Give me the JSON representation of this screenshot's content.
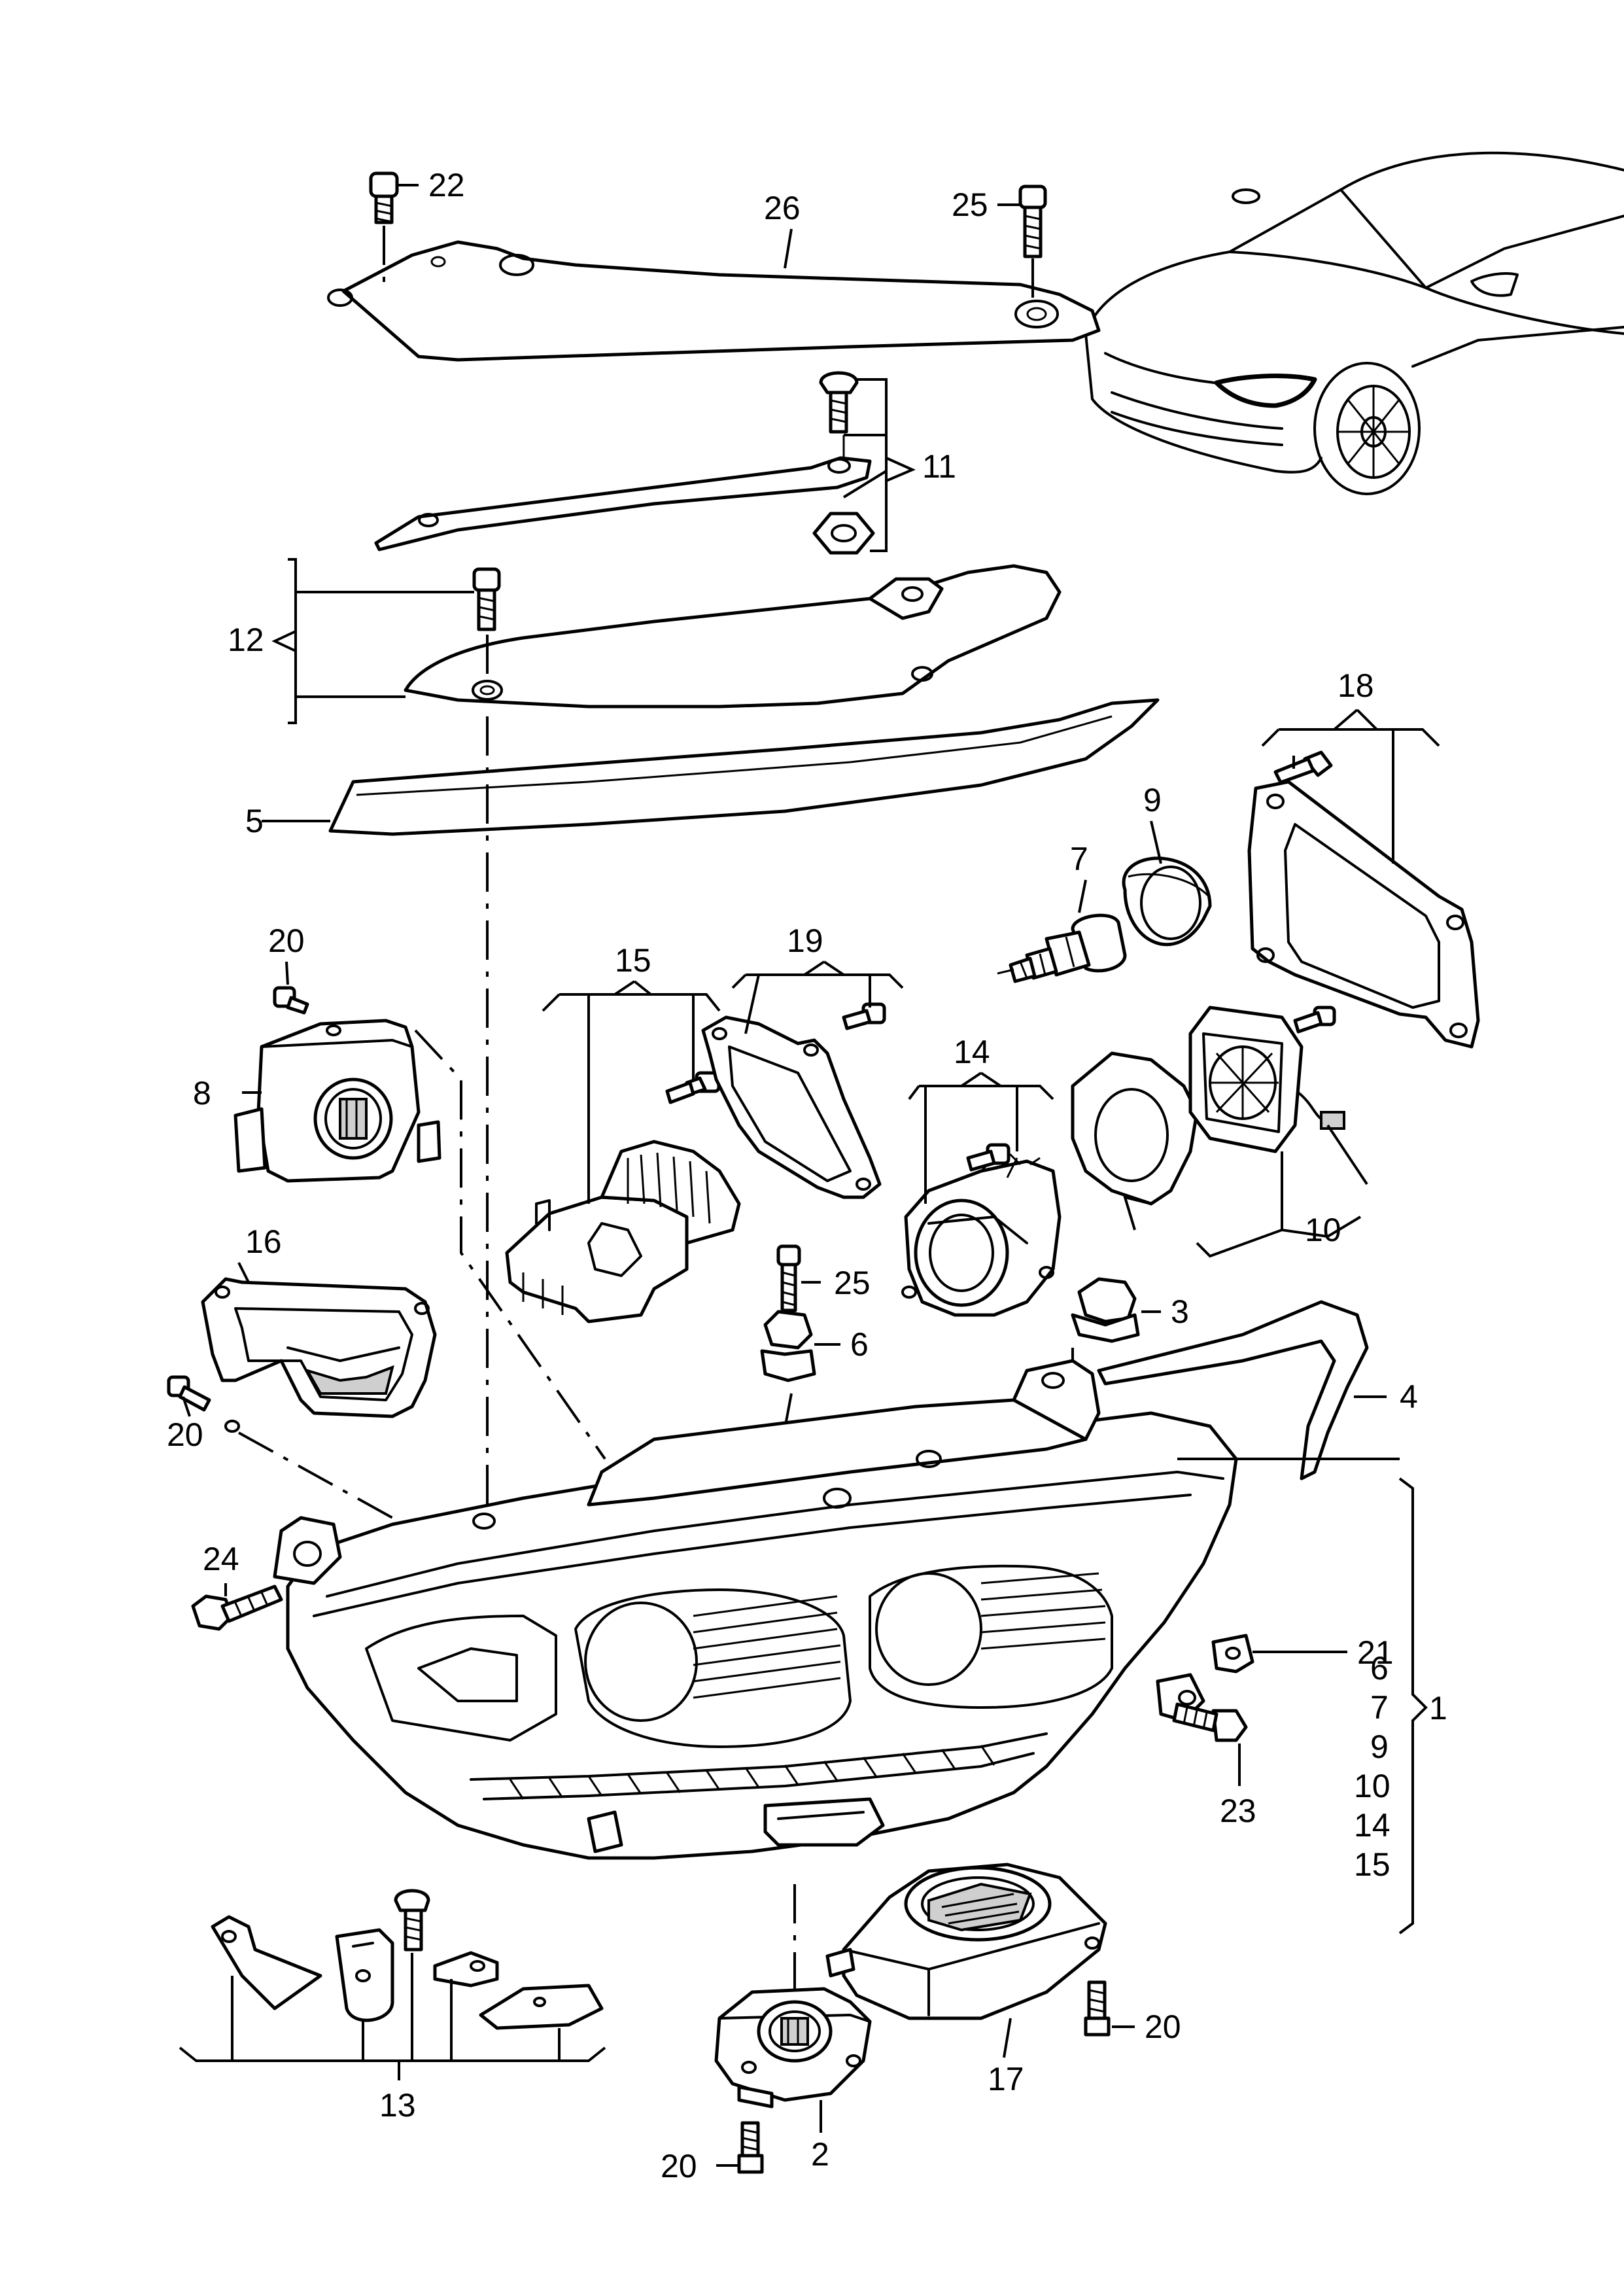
{
  "diagram": {
    "callouts": [
      {
        "id": "c22",
        "text": "22"
      },
      {
        "id": "c26",
        "text": "26"
      },
      {
        "id": "c25a",
        "text": "25"
      },
      {
        "id": "c11",
        "text": "11"
      },
      {
        "id": "c12",
        "text": "12"
      },
      {
        "id": "c18",
        "text": "18"
      },
      {
        "id": "c5",
        "text": "5"
      },
      {
        "id": "c9",
        "text": "9"
      },
      {
        "id": "c7",
        "text": "7"
      },
      {
        "id": "c20a",
        "text": "20"
      },
      {
        "id": "c15",
        "text": "15"
      },
      {
        "id": "c19",
        "text": "19"
      },
      {
        "id": "c8",
        "text": "8"
      },
      {
        "id": "c14",
        "text": "14"
      },
      {
        "id": "c10",
        "text": "10"
      },
      {
        "id": "c16",
        "text": "16"
      },
      {
        "id": "c25b",
        "text": "25"
      },
      {
        "id": "c6",
        "text": "6"
      },
      {
        "id": "c3",
        "text": "3"
      },
      {
        "id": "c4",
        "text": "4"
      },
      {
        "id": "c20b",
        "text": "20"
      },
      {
        "id": "c24",
        "text": "24"
      },
      {
        "id": "c21",
        "text": "21"
      },
      {
        "id": "c23",
        "text": "23"
      },
      {
        "id": "c13",
        "text": "13"
      },
      {
        "id": "c20c",
        "text": "20"
      },
      {
        "id": "c17",
        "text": "17"
      },
      {
        "id": "c20d",
        "text": "20"
      },
      {
        "id": "c2",
        "text": "2"
      }
    ],
    "assembly_1": {
      "label": "1",
      "includes": [
        "6",
        "7",
        "9",
        "10",
        "14",
        "15"
      ]
    }
  }
}
